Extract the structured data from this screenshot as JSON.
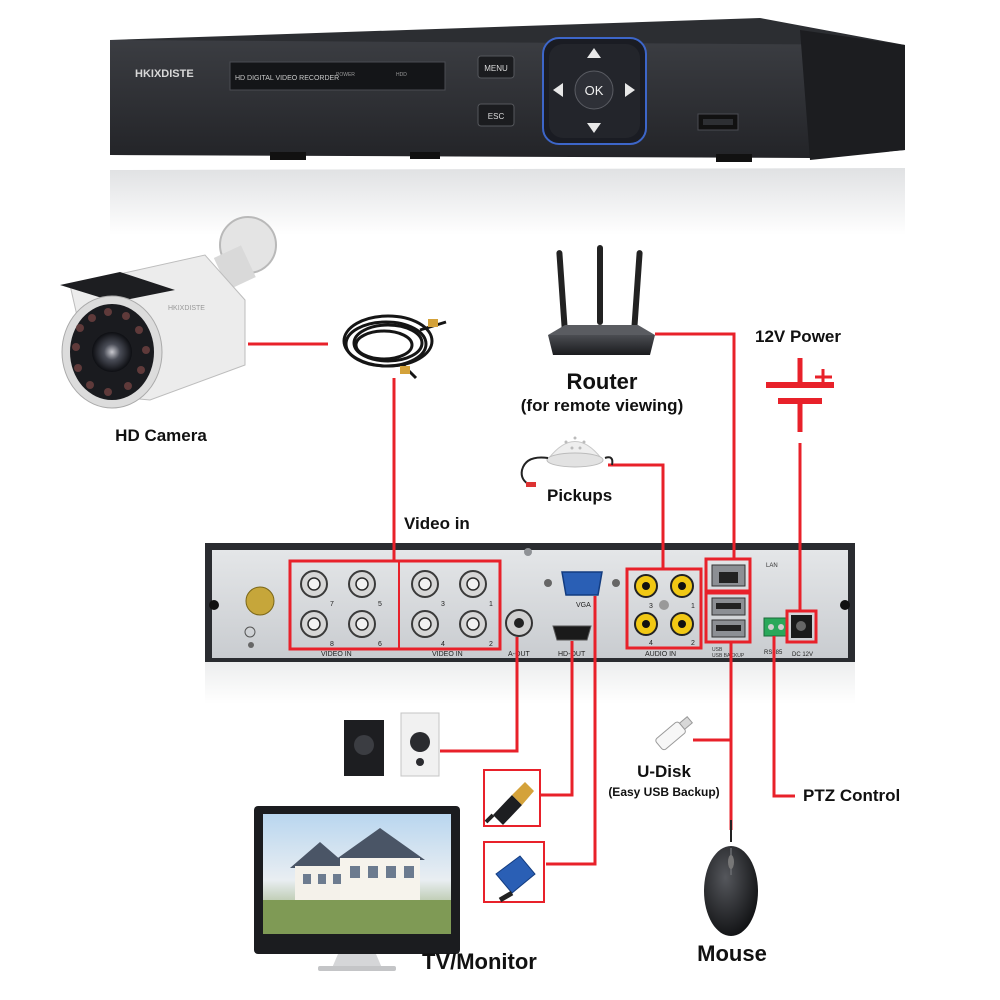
{
  "dvr": {
    "brand": "HKIXDISTE",
    "model_text": "HD DIGITAL VIDEO RECORDER",
    "power_led": "POWER",
    "hdd_led": "HDD",
    "menu_button": "MENU",
    "esc_button": "ESC",
    "ok_button": "OK"
  },
  "rear_panel": {
    "video_in_label": "VIDEO IN",
    "bnc_numbers_left": [
      "7",
      "5",
      "8",
      "6"
    ],
    "bnc_numbers_right": [
      "3",
      "1",
      "4",
      "2"
    ],
    "a_out": "A-OUT",
    "vga": "VGA",
    "hd_out": "HD-OUT",
    "audio_in": "AUDIO IN",
    "audio_numbers": [
      "3",
      "1",
      "4",
      "2"
    ],
    "lan": "LAN",
    "usb_label": "USB",
    "usb_backup": "USB BACKUP",
    "rs485": "RS485",
    "dc": "DC 12V"
  },
  "labels": {
    "hd_camera": "HD Camera",
    "video_in": "Video in",
    "router": "Router",
    "router_sub": "(for remote viewing)",
    "power": "12V Power",
    "pickups": "Pickups",
    "u_disk": "U-Disk",
    "u_disk_sub": "(Easy USB Backup)",
    "ptz": "PTZ Control",
    "tv_monitor": "TV/Monitor",
    "mouse": "Mouse"
  },
  "colors": {
    "connector_line": "#e8212a",
    "dvr_body": "#2b2d31",
    "rear_panel": "#d9dbde",
    "highlight_box": "#e8212a"
  }
}
